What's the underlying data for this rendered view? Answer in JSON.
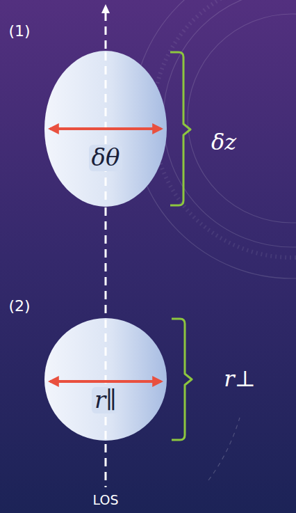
{
  "diagram": {
    "nodes": [
      {
        "text": [
          "δθ"
        ]
      },
      {
        "text": [
          "r∥"
        ]
      }
    ],
    "labels": [
      "(1)",
      "δz",
      "(2)",
      "r⊥",
      "LOS"
    ]
  }
}
